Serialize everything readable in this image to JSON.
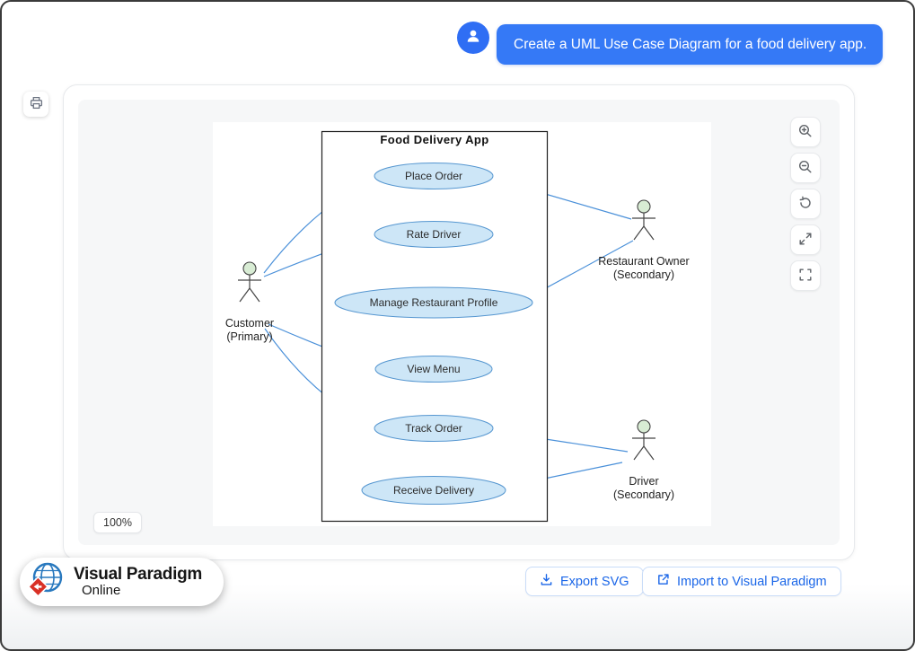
{
  "chat": {
    "message": "Create a UML Use Case Diagram for a food delivery app.",
    "avatar_icon": "user-icon"
  },
  "toolbar_left": {
    "icon": "printer-icon"
  },
  "canvas": {
    "zoom_label": "100%",
    "controls": [
      {
        "name": "zoom-in",
        "icon": "zoom-in-icon"
      },
      {
        "name": "zoom-out",
        "icon": "zoom-out-icon"
      },
      {
        "name": "reset-view",
        "icon": "reset-view-icon"
      },
      {
        "name": "expand",
        "icon": "expand-icon"
      },
      {
        "name": "fullscreen",
        "icon": "fullscreen-icon"
      }
    ]
  },
  "diagram": {
    "title": "Food Delivery App",
    "use_cases": [
      "Place Order",
      "Rate Driver",
      "Manage Restaurant Profile",
      "View Menu",
      "Track Order",
      "Receive Delivery"
    ],
    "actors": [
      {
        "name": "Customer",
        "role": "(Primary)"
      },
      {
        "name": "Restaurant Owner",
        "role": "(Secondary)"
      },
      {
        "name": "Driver",
        "role": "(Secondary)"
      }
    ],
    "associations": [
      {
        "from": "Customer",
        "to": "Place Order"
      },
      {
        "from": "Customer",
        "to": "Rate Driver"
      },
      {
        "from": "Customer",
        "to": "View Menu"
      },
      {
        "from": "Customer",
        "to": "Track Order"
      },
      {
        "from": "Restaurant Owner",
        "to": "Place Order"
      },
      {
        "from": "Restaurant Owner",
        "to": "Manage Restaurant Profile"
      },
      {
        "from": "Driver",
        "to": "Track Order"
      },
      {
        "from": "Driver",
        "to": "Receive Delivery"
      }
    ],
    "colors": {
      "use_case_fill": "#cde6f7",
      "use_case_stroke": "#5596d0",
      "actor_head_fill": "#d8ecd4",
      "association_line": "#4a90d9"
    }
  },
  "footer": {
    "brand_line1": "Visual Paradigm",
    "brand_line2": "Online",
    "export_button": "Export SVG",
    "import_button": "Import to Visual Paradigm",
    "colors": {
      "accent_blue": "#3579f6",
      "button_text_blue": "#1a66e8",
      "logo_red": "#d93025",
      "logo_blue": "#2878be"
    }
  }
}
